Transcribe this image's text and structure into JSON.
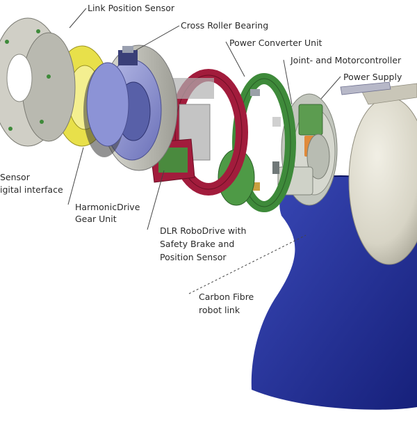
{
  "labels": {
    "link_position_sensor": "Link Position Sensor",
    "cross_roller_bearing": "Cross Roller Bearing",
    "power_converter_unit": "Power Converter Unit",
    "joint_motorcontroller": "Joint- and Motorcontroller",
    "power_supply": "Power Supply",
    "sensor_line1": "Sensor",
    "sensor_line2": "igital interface",
    "harmonic_line1": "HarmonicDrive",
    "harmonic_line2": "Gear Unit",
    "robodrive_line1": "DLR RoboDrive with",
    "robodrive_line2": "Safety Brake and",
    "robodrive_line3": "Position Sensor",
    "carbon_line1": "Carbon Fibre",
    "carbon_line2": "robot link"
  },
  "colors": {
    "carbon_link": "#1f2d8f",
    "cover_shell": "#d9d6c8",
    "flange_grey": "#c8c8c0",
    "harmonic_yellow": "#e8e04a",
    "bearing_blue": "#8c93d6",
    "robodrive_red": "#a21c3c",
    "pcb_green": "#3e8a3a"
  }
}
